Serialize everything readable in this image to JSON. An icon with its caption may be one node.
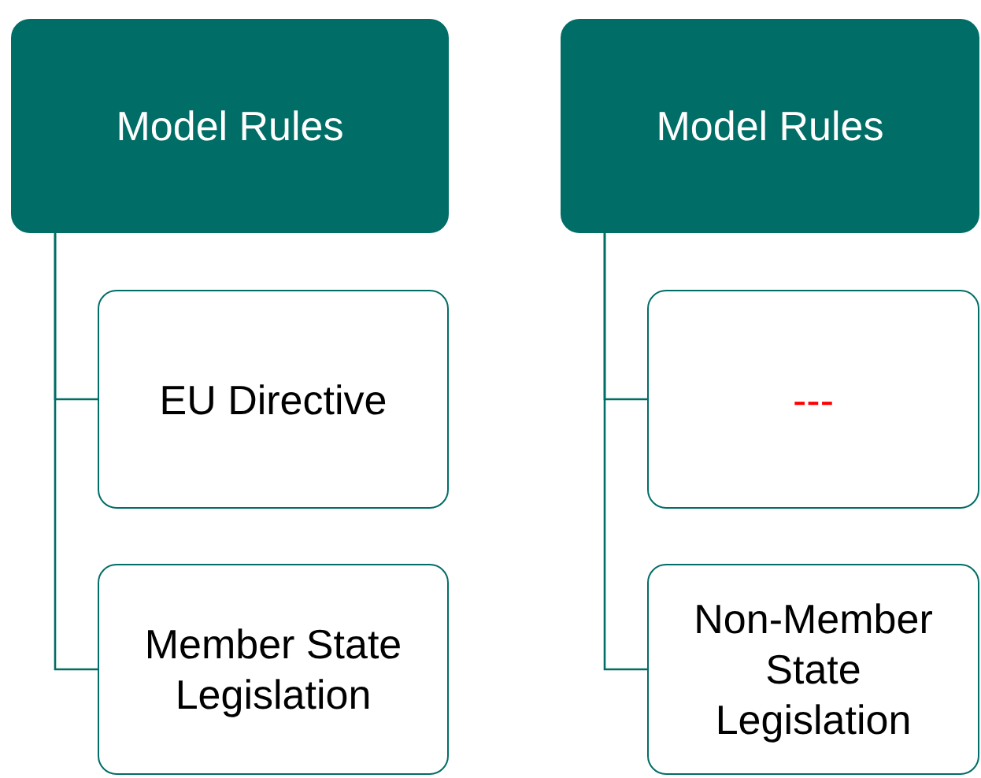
{
  "diagram": {
    "nodes": [
      {
        "text": [
          "Model Rules"
        ]
      },
      {
        "text": [
          "EU Directive"
        ]
      },
      {
        "text": [
          "Member State Legislation"
        ]
      },
      {
        "text": [
          "Model Rules"
        ]
      },
      {
        "text": [
          "---"
        ]
      },
      {
        "text": [
          "Non-Member State Legislation"
        ]
      }
    ],
    "edges": [
      {
        "from": 0,
        "to": 1,
        "arrow": "none"
      },
      {
        "from": 0,
        "to": 2,
        "arrow": "none"
      },
      {
        "from": 3,
        "to": 4,
        "arrow": "none"
      },
      {
        "from": 3,
        "to": 5,
        "arrow": "none"
      }
    ]
  }
}
